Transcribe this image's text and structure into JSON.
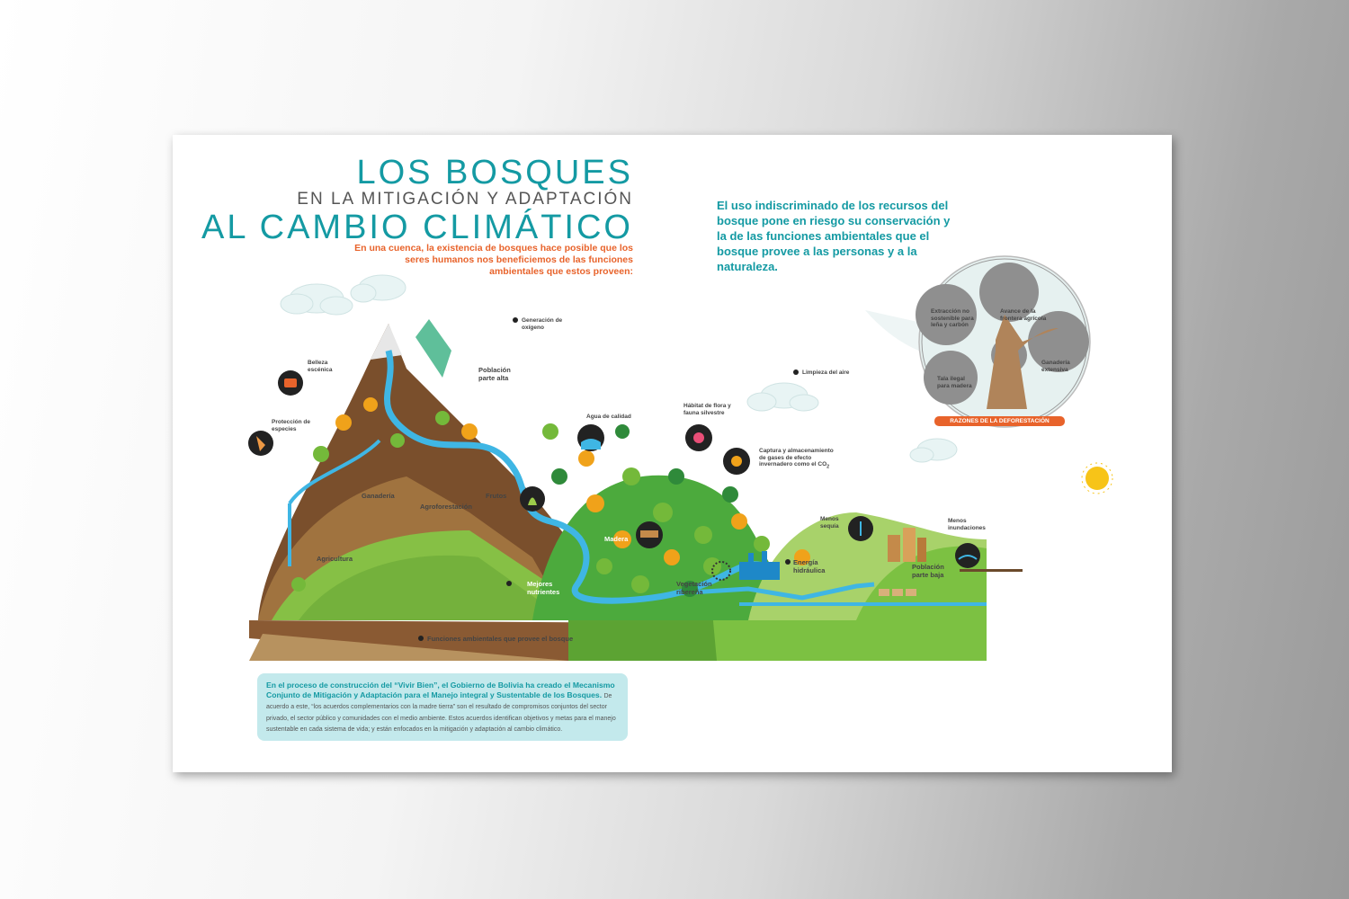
{
  "title": {
    "line1": "LOS BOSQUES",
    "line2": "EN LA MITIGACIÓN Y ADAPTACIÓN",
    "line3": "AL CAMBIO CLIMÁTICO"
  },
  "intro": "En una cuenca, la existencia de bosques hace posible que los seres humanos nos beneficiemos de las funciones ambientales que estos proveen:",
  "side_text": "El uso indiscriminado de los recursos del bosque pone en riesgo su conservación y la de las funciones ambientales que el bosque provee a las personas y a la naturaleza.",
  "landscape_labels": {
    "belleza": "Belleza escénica",
    "proteccion": "Protección de especies",
    "poblacion_alta": "Población parte alta",
    "generacion": "Generación de oxígeno",
    "agua": "Agua de calidad",
    "habitat": "Hábitat de flora y fauna silvestre",
    "limpieza": "Limpieza del aire",
    "captura": "Captura y almacenamiento de gases de efecto invernadero como el CO",
    "captura_sub": "2",
    "ganaderia": "Ganadería",
    "agroforestacion": "Agroforestación",
    "frutos": "Frutos",
    "madera": "Madera",
    "agricultura": "Agricultura",
    "mejores": "Mejores nutrientes",
    "vegetacion": "Vegetación ribereña",
    "energia": "Energía hidráulica",
    "menos_sequia": "Menos sequía",
    "menos_inundaciones": "Menos inundaciones",
    "poblacion_baja": "Población parte baja",
    "funciones": "Funciones ambientales que provee el bosque"
  },
  "deforestation": {
    "banner": "RAZONES DE LA DEFORESTACIÓN",
    "reasons": [
      "Extracción no sostenible para leña y carbón",
      "Avance de la frontera agrícola",
      "Ganadería extensiva",
      "Tala ilegal para madera"
    ]
  },
  "info_box": {
    "lead": "En el proceso de construcción del “Vivir Bien”, el Gobierno de Bolivia ha creado el Mecanismo Conjunto de Mitigación y Adaptación para el Manejo integral y Sustentable de los Bosques.",
    "rest": "De acuerdo a este, “los acuerdos complementarios con la madre tierra” son el resultado de compromisos conjuntos del sector privado, el sector público y comunidades con el medio ambiente. Estos acuerdos identifican objetivos y metas para el manejo sustentable en cada sistema de vida; y están enfocados en la mitigación y adaptación al cambio climático."
  },
  "colors": {
    "teal": "#149aa3",
    "orange": "#e8632b",
    "soil": "#7a4f2c",
    "grass": "#7cc142",
    "water": "#3fb6e4"
  }
}
